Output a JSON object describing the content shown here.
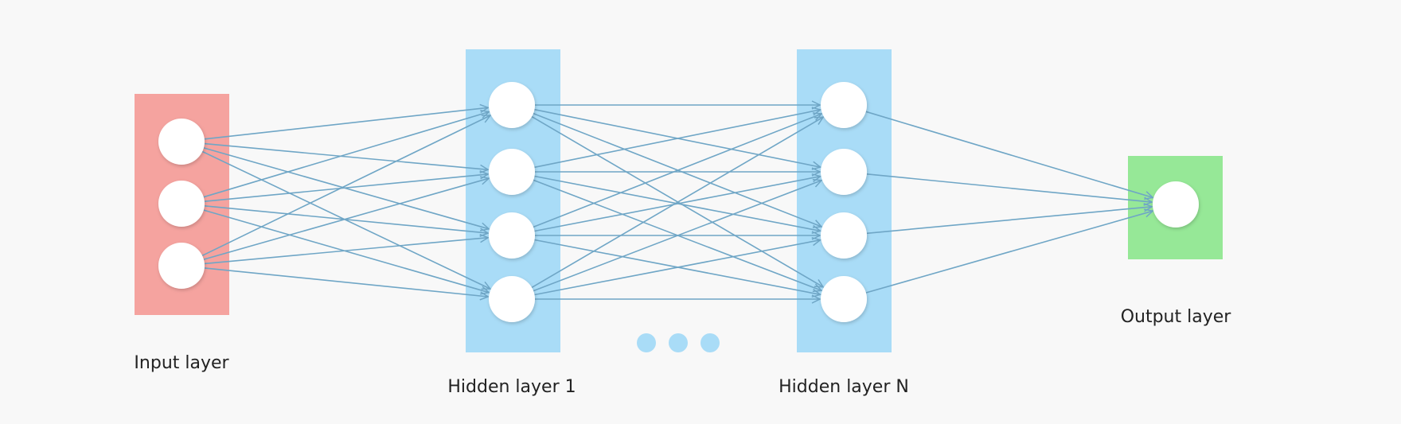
{
  "colors": {
    "background": "#f8f8f8",
    "input_layer": "#f5a39f",
    "hidden_layer": "#a9dcf7",
    "output_layer": "#96e897",
    "node": "#ffffff",
    "edge": "#6fa6c6",
    "ellipsis_dot": "#a9dcf7"
  },
  "layers": [
    {
      "id": "input",
      "label": "Input layer",
      "nodes": 3
    },
    {
      "id": "hidden1",
      "label": "Hidden layer 1",
      "nodes": 4
    },
    {
      "id": "hiddenN",
      "label": "Hidden layer N",
      "nodes": 4
    },
    {
      "id": "output",
      "label": "Output layer",
      "nodes": 1
    }
  ],
  "connections": "fully-connected",
  "ellipsis": {
    "dots": 3
  }
}
